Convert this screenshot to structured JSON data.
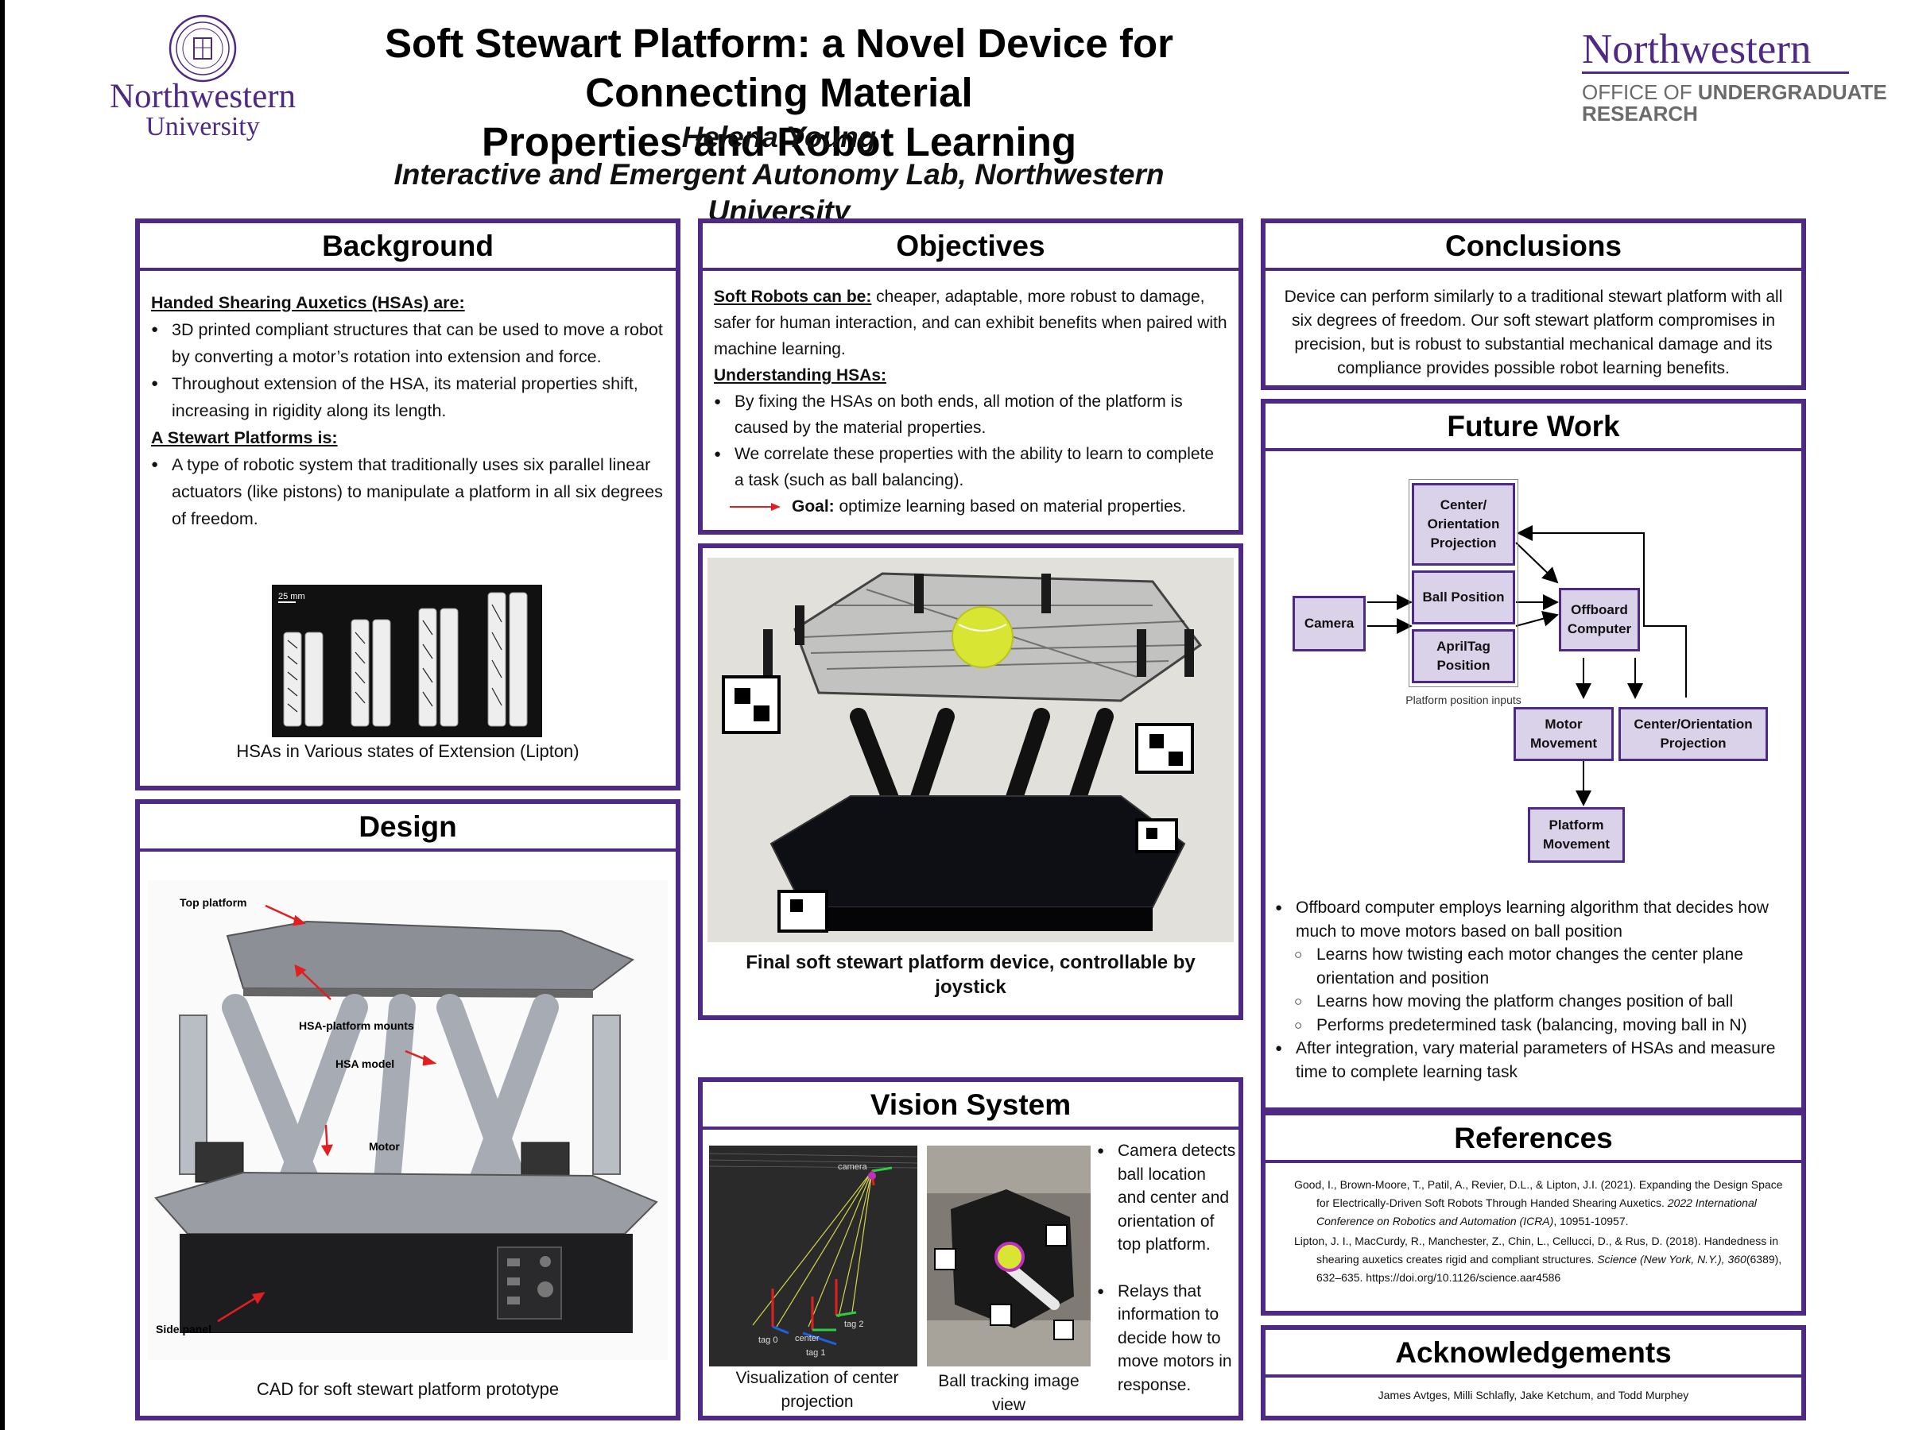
{
  "header": {
    "title_line1": "Soft Stewart Platform: a Novel Device for Connecting Material",
    "title_line2": "Properties and Robot Learning",
    "author": "Helena Young",
    "affiliation": "Interactive and Emergent Autonomy Lab, Northwestern University",
    "logo_left_word": "Northwestern",
    "logo_left_sub": "University",
    "logo_right_word": "Northwestern",
    "logo_right_office_prefix": "OFFICE OF ",
    "logo_right_office_bold": "UNDERGRADUATE",
    "logo_right_office_line2": "RESEARCH"
  },
  "background": {
    "title": "Background",
    "hsa_heading": "Handed Shearing Auxetics (HSAs) are:",
    "hsa_bullets": [
      "3D printed compliant structures that can be used to move a robot by converting a motor’s rotation into extension and force.",
      "Throughout extension of the HSA, its material properties shift, increasing in rigidity along its length."
    ],
    "stewart_heading": "A Stewart Platforms is:",
    "stewart_bullets": [
      "A type of robotic system that traditionally uses six parallel linear actuators (like pistons) to manipulate a platform in all six degrees of freedom."
    ],
    "image_scale": "25 mm",
    "image_caption": "HSAs in Various states of Extension (Lipton)"
  },
  "design": {
    "title": "Design",
    "labels": {
      "top_platform": "Top platform",
      "mounts": "HSA-platform mounts",
      "hsa_model": "HSA model",
      "motor": "Motor",
      "side_panel": "Side panel"
    },
    "caption": "CAD for soft stewart platform prototype"
  },
  "objectives": {
    "title": "Objectives",
    "soft_heading": "Soft Robots can be:",
    "soft_text": " cheaper, adaptable, more robust to damage, safer for human interaction, and can exhibit benefits when paired with machine learning.",
    "hsa_heading": "Understanding HSAs:",
    "bullets": [
      "By fixing the HSAs on both ends, all motion of the platform is caused by the material properties.",
      "We correlate these properties with the ability to learn to complete a task (such as ball balancing)."
    ],
    "goal_label": "Goal:",
    "goal_text": " optimize learning based on material properties.",
    "photo_caption": "Final soft stewart platform device, controllable by joystick"
  },
  "vision": {
    "title": "Vision System",
    "viz_labels": {
      "camera": "camera",
      "tag0": "tag 0",
      "center": "center",
      "tag1": "tag 1",
      "tag2": "tag 2"
    },
    "caption_left": "Visualization of center projection",
    "caption_right": "Ball tracking image view",
    "bullets": [
      "Camera detects ball location and center and orientation of top platform.",
      "Relays that information to decide how to move motors in response."
    ]
  },
  "conclusions": {
    "title": "Conclusions",
    "text": "Device can perform similarly to a traditional stewart platform with all six degrees of freedom. Our soft stewart platform compromises in precision, but is robust to substantial mechanical damage and its compliance provides possible robot learning benefits."
  },
  "future": {
    "title": "Future Work",
    "diagram": {
      "center_orient": "Center/ Orientation Projection",
      "ball_position": "Ball Position",
      "apriltag": "AprilTag Position",
      "camera": "Camera",
      "offboard": "Offboard Computer",
      "motor_movement": "Motor Movement",
      "center_orient2": "Center/Orientation Projection",
      "platform_movement": "Platform Movement",
      "inputs_label": "Platform position inputs"
    },
    "bullets": [
      "Offboard computer employs learning algorithm that decides how much to move motors based on ball position",
      "After integration, vary material parameters of HSAs and measure time to complete learning task"
    ],
    "subbullets": [
      "Learns how twisting each motor changes the center plane orientation and position",
      "Learns how moving the platform changes position of  ball",
      "Performs predetermined task (balancing, moving ball in N)"
    ]
  },
  "references": {
    "title": "References",
    "ref1_a": "Good, I., Brown-Moore, T., Patil, A., Revier, D.L., & Lipton, J.I. (2021). Expanding the Design Space for Electrically-Driven Soft Robots Through Handed Shearing Auxetics. ",
    "ref1_b": "2022 International Conference on Robotics and Automation (ICRA)",
    "ref1_c": ", 10951-10957.",
    "ref2_a": "Lipton, J. I., MacCurdy, R., Manchester, Z., Chin, L., Cellucci, D., & Rus, D. (2018). Handedness in shearing auxetics creates rigid and compliant structures. ",
    "ref2_b": "Science (New York, N.Y.), 360",
    "ref2_c": "(6389), 632–635. https://doi.org/10.1126/science.aar4586"
  },
  "acknowledgements": {
    "title": "Acknowledgements",
    "text": "James Avtges, Milli Schlafly, Jake Ketchum, and Todd Murphey"
  },
  "colors": {
    "purple": "#4e2a84",
    "box_fill": "#d9d2e9",
    "goal_arrow": "#e02020"
  }
}
